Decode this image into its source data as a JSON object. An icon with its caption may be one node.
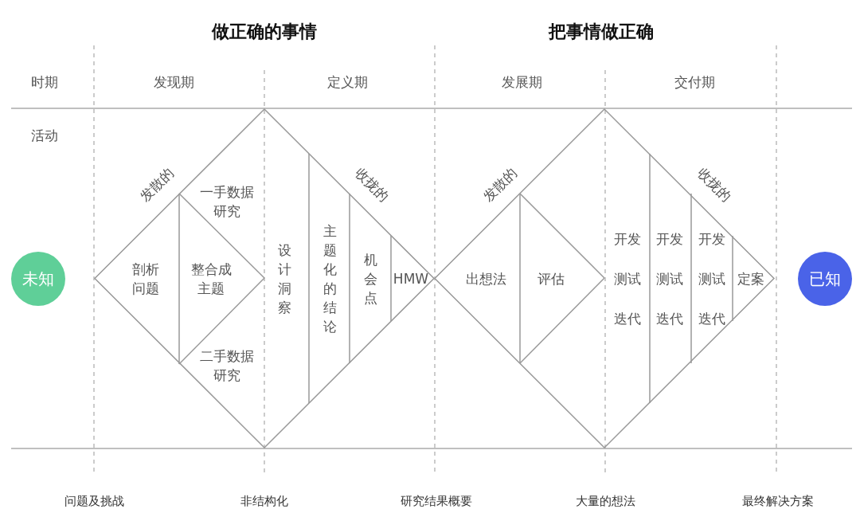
{
  "diagram": {
    "nodes": [
      {
        "text": [
          "未知"
        ]
      },
      {
        "text": [
          "发散的",
          "收拢的"
        ]
      },
      {
        "text": [
          "剖析问题"
        ],
        "in": 1
      },
      {
        "text": [
          "整合成主题"
        ],
        "in": 1
      },
      {
        "text": [
          "一手数据研究"
        ],
        "in": 1
      },
      {
        "text": [
          "二手数据研究"
        ],
        "in": 1
      },
      {
        "text": [
          "设计洞察"
        ],
        "in": 1
      },
      {
        "text": [
          "主题化的结论"
        ],
        "in": 1
      },
      {
        "text": [
          "机会点"
        ],
        "in": 1
      },
      {
        "text": [
          "HMW"
        ],
        "in": 1
      },
      {
        "text": [
          "发散的",
          "收拢的"
        ]
      },
      {
        "text": [
          "出想法"
        ],
        "in": 10
      },
      {
        "text": [
          "评估"
        ],
        "in": 10
      },
      {
        "text": [
          "开发测试迭代"
        ],
        "in": 10
      },
      {
        "text": [
          "开发测试迭代"
        ],
        "in": 10
      },
      {
        "text": [
          "开发测试迭代"
        ],
        "in": 10
      },
      {
        "text": [
          "定案"
        ],
        "in": 10
      },
      {
        "text": [
          "已知"
        ]
      }
    ],
    "labels": [
      "做正确的事情",
      "把事情做正确",
      "时期",
      "发现期",
      "定义期",
      "发展期",
      "交付期",
      "活动",
      "问题及挑战",
      "非结构化",
      "研究结果概要",
      "大量的想法",
      "最终解决方案"
    ]
  }
}
